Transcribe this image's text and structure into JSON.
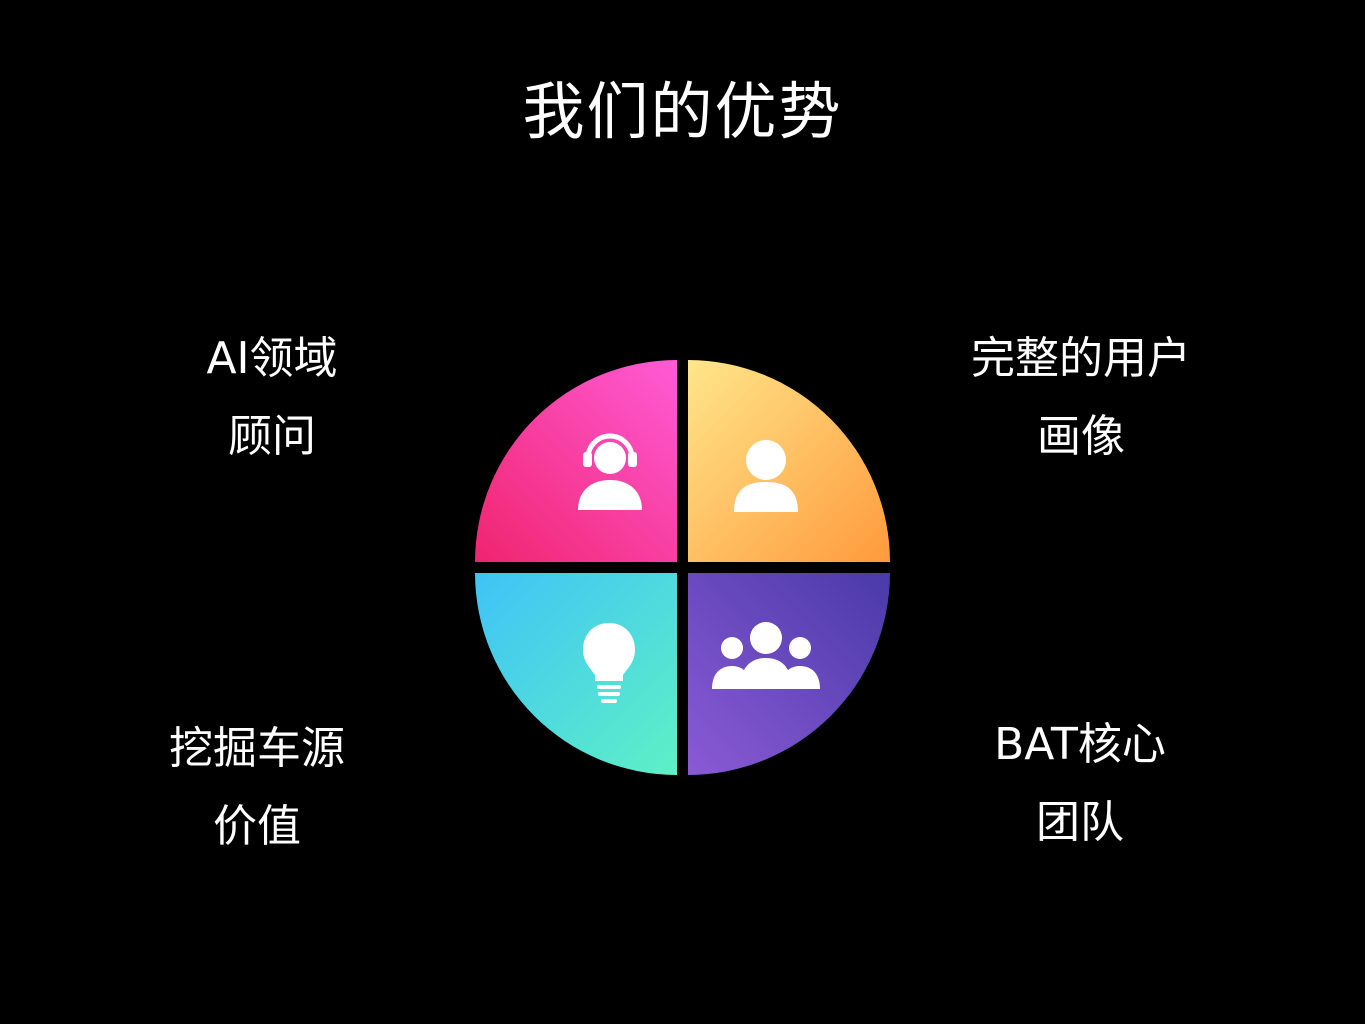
{
  "slide": {
    "title": "我们的优势",
    "background_color": "#000000",
    "quadrants": [
      {
        "position": "top-left",
        "label_lines": [
          "AI领域",
          "顾问"
        ],
        "icon": "headset-person-icon",
        "gradient": [
          "#f0246e",
          "#ff5bd6"
        ]
      },
      {
        "position": "top-right",
        "label_lines": [
          "完整的用户",
          "画像"
        ],
        "icon": "user-icon",
        "gradient": [
          "#ffe68a",
          "#ff9a3c"
        ]
      },
      {
        "position": "bottom-left",
        "label_lines": [
          "挖掘车源",
          "价值"
        ],
        "icon": "lightbulb-icon",
        "gradient": [
          "#3fc3f7",
          "#5ef0c6"
        ]
      },
      {
        "position": "bottom-right",
        "label_lines": [
          "BAT核心",
          "团队"
        ],
        "icon": "team-icon",
        "gradient": [
          "#5a44b8",
          "#7f57d0"
        ]
      }
    ]
  }
}
